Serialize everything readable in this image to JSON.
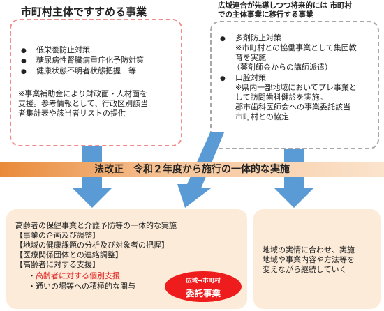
{
  "left_section": {
    "title": "市町村主体ですすめる事業",
    "items": [
      "低栄養防止対策",
      "糖尿病性腎臓病重症化予防対策",
      "健康状態不明者状態把握　等"
    ],
    "note_lines": [
      "※事業補助金により財政面・人材面を",
      "支援。参考情報として、行政区別該当",
      "者集計表や該当者リストの提供"
    ]
  },
  "right_section": {
    "title_lines": [
      "広域連合が先導しつつ将来的には 市町村",
      "での主体事業に移行する事業"
    ],
    "item1": {
      "label": "多剤防止対策",
      "lines": [
        "※市町村との協働事業として集団教",
        "育を実施",
        "（薬剤師会からの講師派遣）"
      ]
    },
    "item2": {
      "label": "口腔対策",
      "lines": [
        "※県内一部地域においてプレ事業と",
        "して訪問歯科健診を実施。",
        "郡市歯科医師会への事業委託該当",
        "市町村との協定"
      ]
    }
  },
  "banner": {
    "text": "法改正　令和２年度から施行の一体的な実施"
  },
  "bottom_left": {
    "heading": "高齢者の保健事業と介護予防等の一体的な実施",
    "lines": [
      "【事業の企画及び調整】",
      "【地域の健康課題の分析及び対象者の把握】",
      "【医療関係団体との連絡調整】",
      "【高齢者に対する支援】"
    ],
    "sub1_prefix": "・",
    "sub1_text": "高齢者に対する個別支援",
    "sub2": "・通いの場等への積極的な関与",
    "badge": {
      "top": "広域→市町村",
      "main": "委託事業"
    }
  },
  "bottom_right": {
    "lines": [
      "地域の実情に合わせ、実施",
      "地域や事業内容や方法等を",
      "変えながら継続していく"
    ]
  },
  "colors": {
    "left_border": "#f08c8c",
    "right_border": "#a8a8a8",
    "arrow_fill": "#5b9bd5",
    "banner_start": "#e98a3a",
    "panel_fill": "#fcebd8",
    "badge_fill": "#ee1c1c",
    "highlight_text": "#e02020"
  }
}
